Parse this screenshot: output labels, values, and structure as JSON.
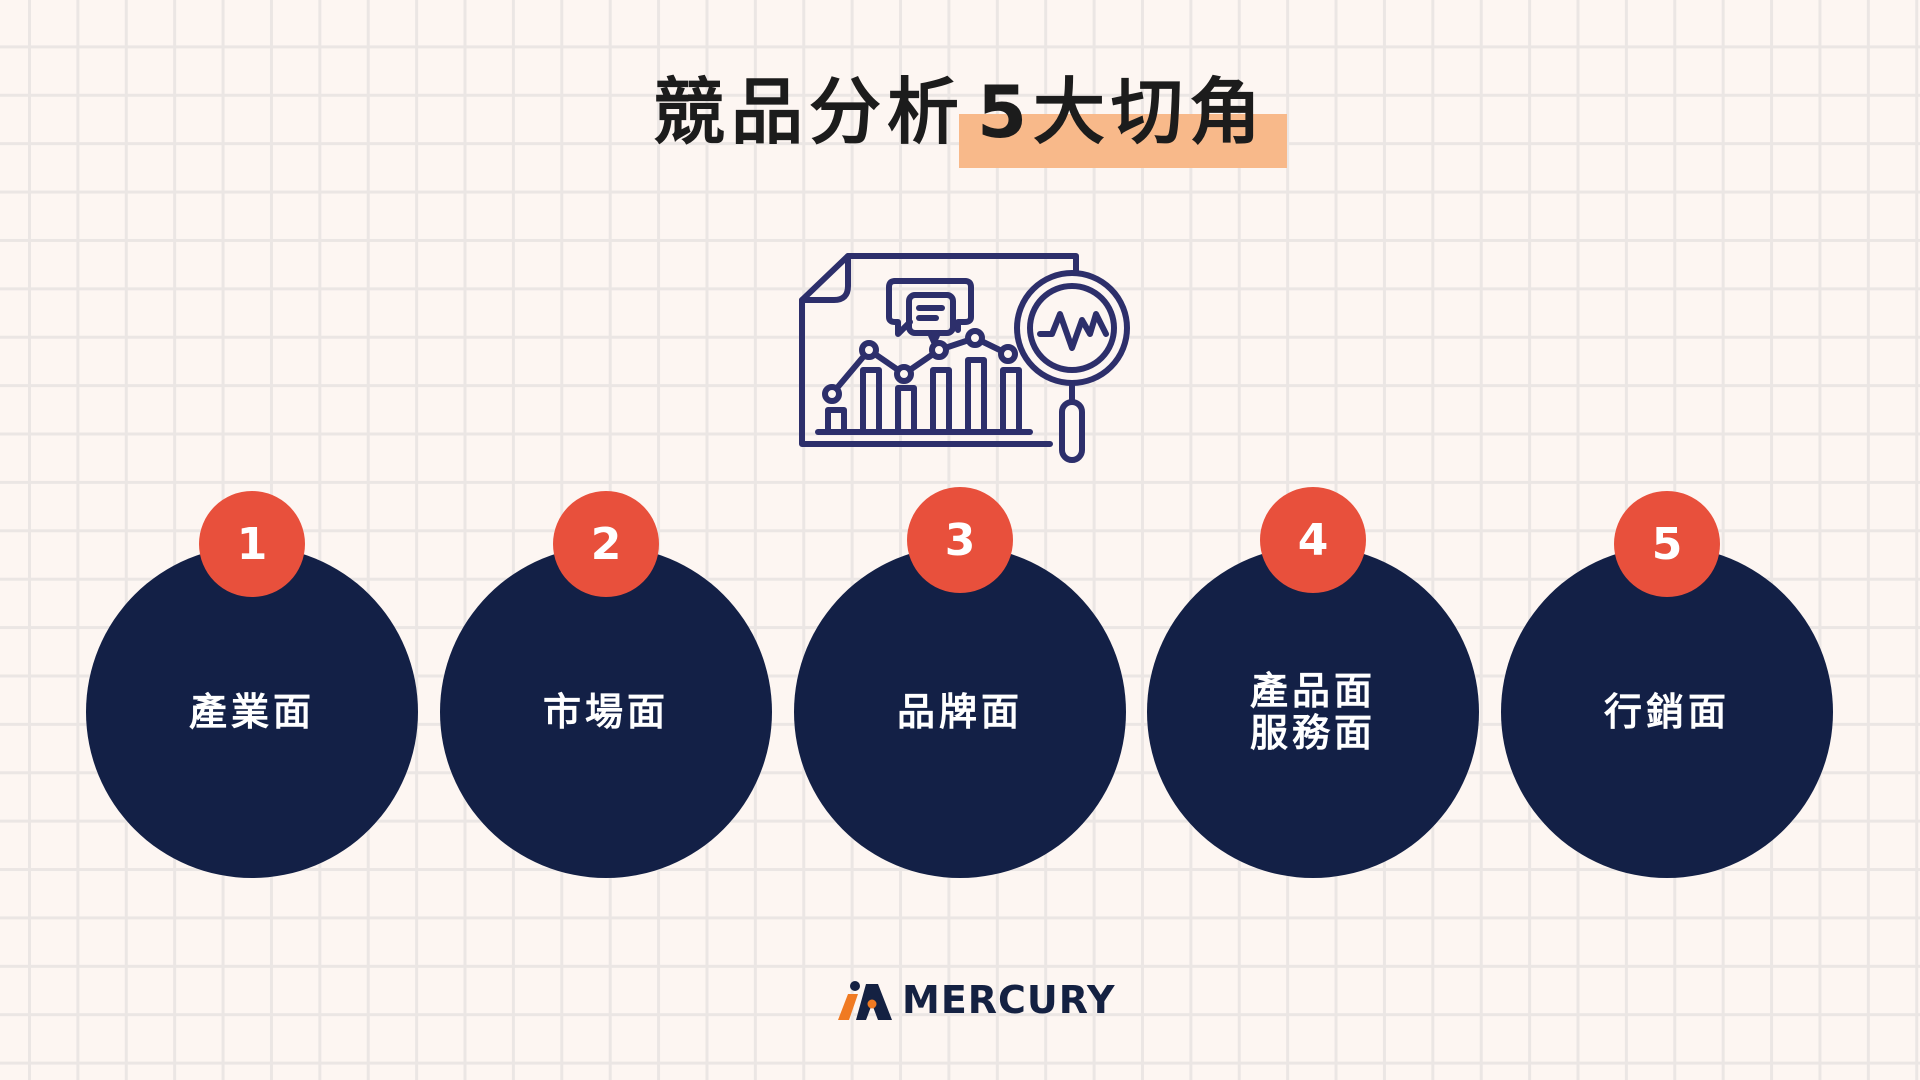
{
  "title": {
    "main": "競品分析",
    "highlight": "5大切角",
    "highlight_color": "#f8b98a"
  },
  "illustration": {
    "icon": "report-chart-magnifier-icon",
    "stroke_color": "#2d2f6b"
  },
  "items": [
    {
      "number": "1",
      "label": "產業面"
    },
    {
      "number": "2",
      "label": "市場面"
    },
    {
      "number": "3",
      "label": "品牌面"
    },
    {
      "number": "4",
      "label": "產品面\n服務面"
    },
    {
      "number": "5",
      "label": "行銷面"
    }
  ],
  "colors": {
    "background": "#fdf6f2",
    "grid": "#ebe6e4",
    "circle": "#132046",
    "badge": "#e8503c",
    "text_dark": "#1c1c1c"
  },
  "logo": {
    "text": "MERCURY",
    "mark_colors": [
      "#f07a22",
      "#142142"
    ]
  }
}
